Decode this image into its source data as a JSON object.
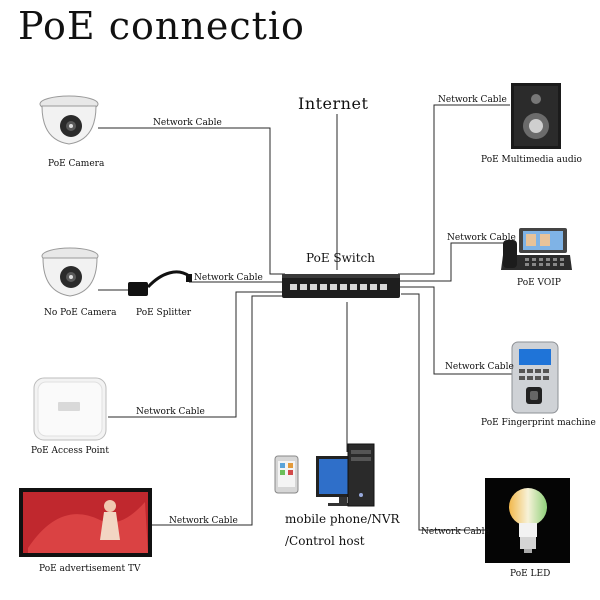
{
  "title": "PoE  connectio",
  "internet_label": "Internet",
  "switch_label": "PoE Switch",
  "devices": {
    "poe_camera": "PoE Camera",
    "no_poe_camera": "No PoE Camera",
    "poe_splitter": "PoE Splitter",
    "access_point": "PoE Access Point",
    "advertisement_tv": "PoE advertisement TV",
    "multimedia_audio": "PoE Multimedia audio",
    "voip": "PoE VOIP",
    "fingerprint": "PoE Fingerprint machine",
    "led": "PoE LED",
    "host_line1": "mobile phone/NVR",
    "host_line2": "/Control host"
  },
  "cable_label": "Network Cable",
  "colors": {
    "line": "#2a2a2a",
    "switch_body": "#1e1e1e",
    "tv_screen": "#c0282e",
    "monitor_screen": "#2f6fc9",
    "voip_screen": "#7fb3e6",
    "fingerprint_screen": "#1f74d8"
  }
}
